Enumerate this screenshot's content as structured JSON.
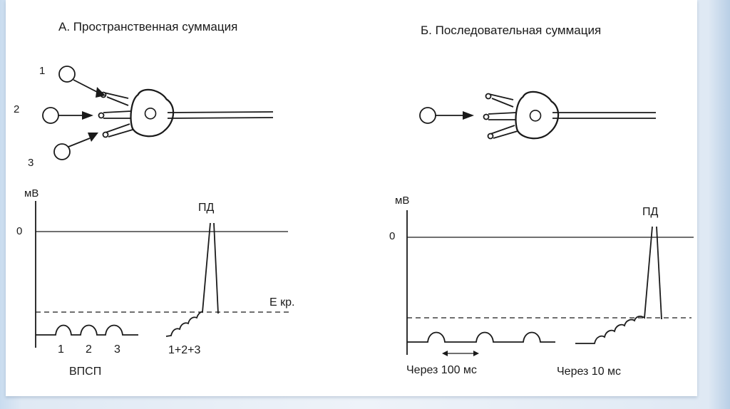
{
  "panel_a": {
    "title": "А. Пространственная суммация",
    "inputs": [
      "1",
      "2",
      "3"
    ],
    "y_unit": "мВ",
    "zero": "0",
    "ap_label": "ПД",
    "threshold_label": "Е кр.",
    "epsp_numbers": [
      "1",
      "2",
      "3"
    ],
    "sum_label": "1+2+3",
    "epsp_label": "ВПСП"
  },
  "panel_b": {
    "title": "Б. Последовательная суммация",
    "y_unit": "мВ",
    "zero": "0",
    "ap_label": "ПД",
    "interval_slow": "Через 100 мс",
    "interval_fast": "Через 10 мс"
  }
}
